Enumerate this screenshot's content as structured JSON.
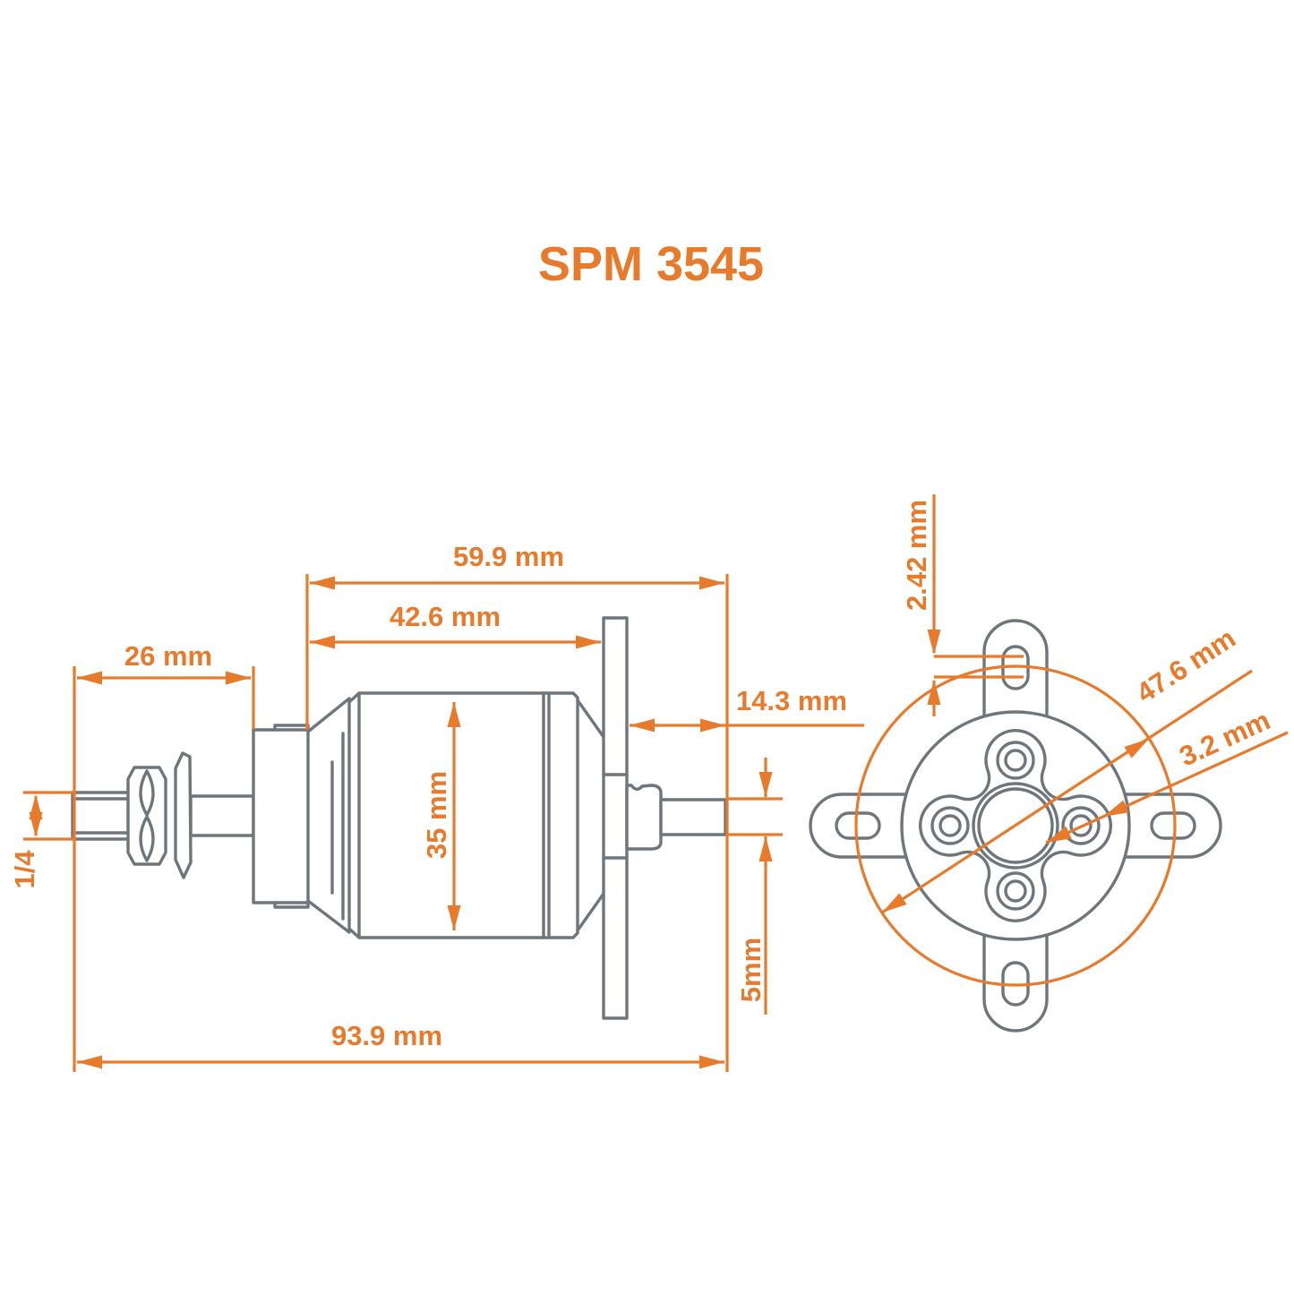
{
  "title": "SPM 3545",
  "colors": {
    "accent_orange": "#E87A2C",
    "line_gray": "#6E767B"
  },
  "side_view": {
    "label": "motor-side-profile",
    "dims": {
      "overall_length": "93.9 mm",
      "case_and_rear_shaft_length": "59.9 mm",
      "case_length": "42.6 mm",
      "prop_shaft_length": "26 mm",
      "rear_shaft_length": "14.3 mm",
      "can_diameter": "35 mm",
      "rear_shaft_diameter": "5mm",
      "prop_shaft_diameter": "1/4"
    }
  },
  "front_view": {
    "label": "mount-face-view",
    "dims": {
      "mount_slot_width": "2.42 mm",
      "mount_diagonal_spacing": "47.6 mm",
      "mount_hole_diameter": "3.2 mm"
    }
  }
}
